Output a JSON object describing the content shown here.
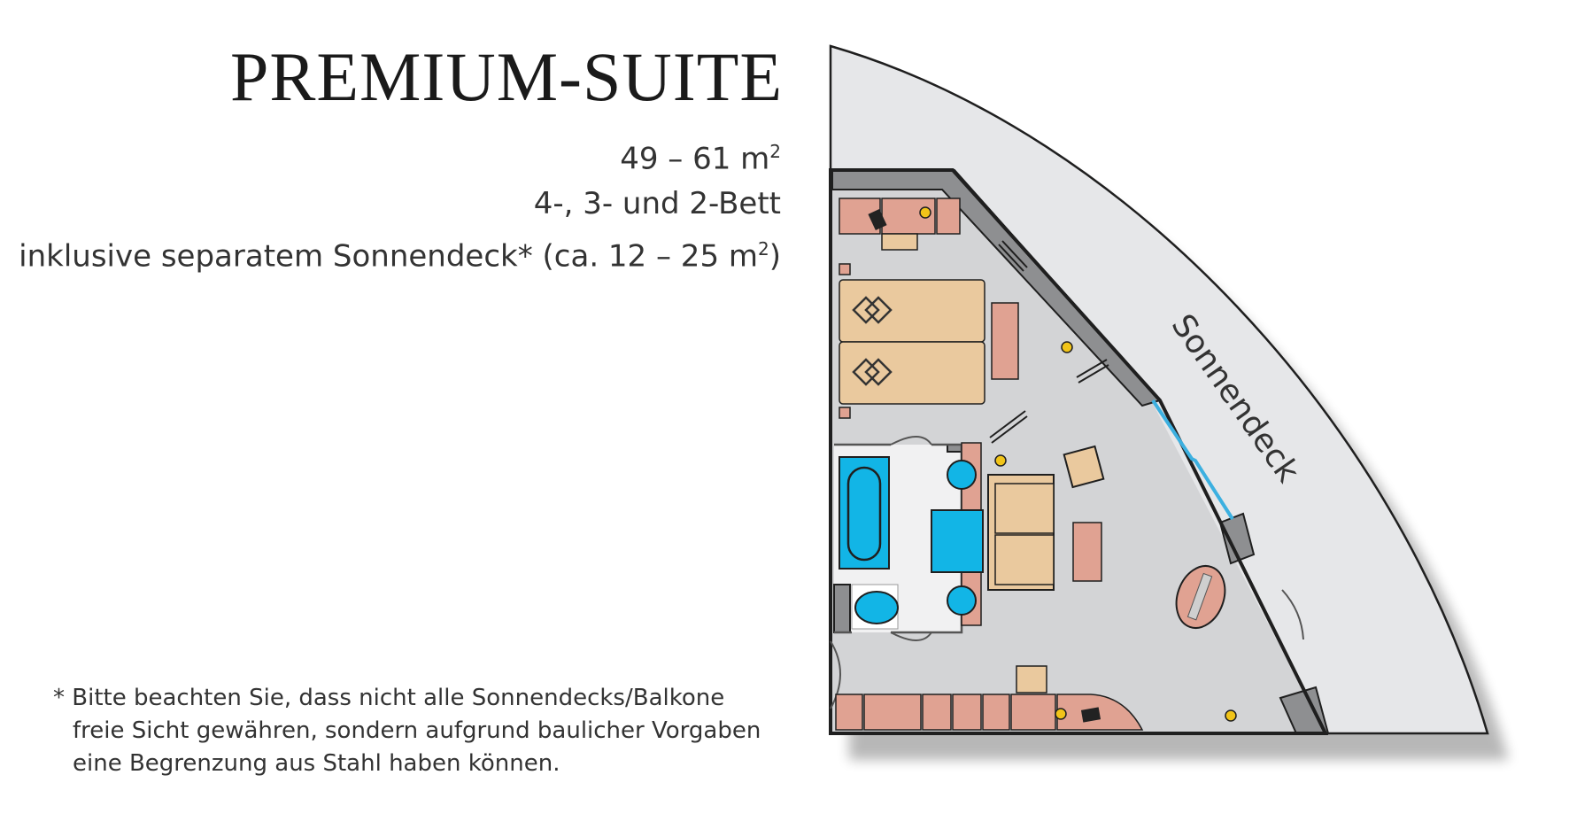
{
  "header": {
    "title": "PREMIUM-SUITE",
    "size_value": "49 – 61 m",
    "size_sup": "2",
    "beds": "4-, 3- und 2-Bett",
    "sundeck_prefix": "inklusive separatem Sonnendeck* (ca. 12 – 25 m",
    "sundeck_sup": "2",
    "sundeck_suffix": ")"
  },
  "footnote": {
    "line1": "* Bitte beachten Sie, dass nicht alle Sonnendecks/Balkone",
    "line2": "freie Sicht gewähren, sondern aufgrund baulicher Vorgaben",
    "line3": "eine Begrenzung aus Stahl haben können."
  },
  "plan": {
    "deck_label": "Sonnendeck",
    "colors": {
      "deck": "#e6e7e9",
      "floor": "#d3d4d6",
      "bathroom_floor": "#f1f1f2",
      "wall": "#8e8f91",
      "outline": "#1f1f1f",
      "furniture": "#e0a292",
      "bed": "#eac99e",
      "water": "#12b5e6",
      "window": "#3cb0e0",
      "lamp": "#f1c419"
    }
  }
}
